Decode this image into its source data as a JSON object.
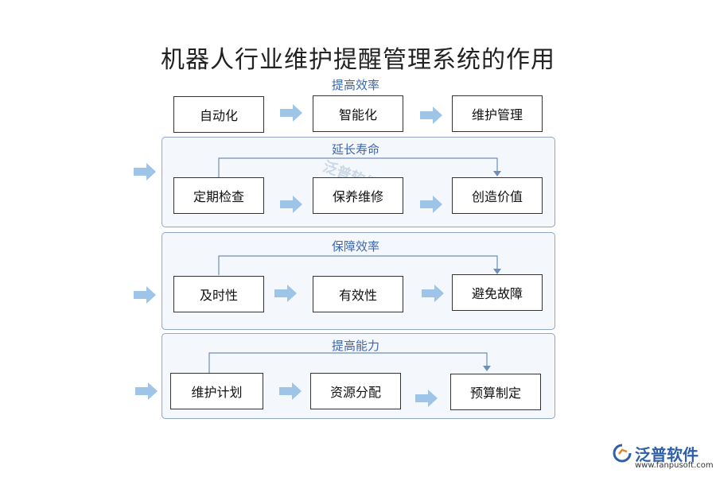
{
  "title": "机器人行业维护提醒管理系统的作用",
  "sections": [
    {
      "label": "提高效率",
      "boxes": [
        "自动化",
        "智能化",
        "维护管理"
      ]
    },
    {
      "label": "延长寿命",
      "boxes": [
        "定期检查",
        "保养维修",
        "创造价值"
      ]
    },
    {
      "label": "保障效率",
      "boxes": [
        "及时性",
        "有效性",
        "避免故障"
      ]
    },
    {
      "label": "提高能力",
      "boxes": [
        "维护计划",
        "资源分配",
        "预算制定"
      ]
    }
  ],
  "watermark": "泛普软件",
  "logo": {
    "text": "泛普软件",
    "url": "www.fanpusoft.com"
  },
  "colors": {
    "accent": "#3d66ad",
    "arrow": "#9ec4e8",
    "panel_bg": "#f4f7fb",
    "panel_border": "#8fa6c4"
  }
}
